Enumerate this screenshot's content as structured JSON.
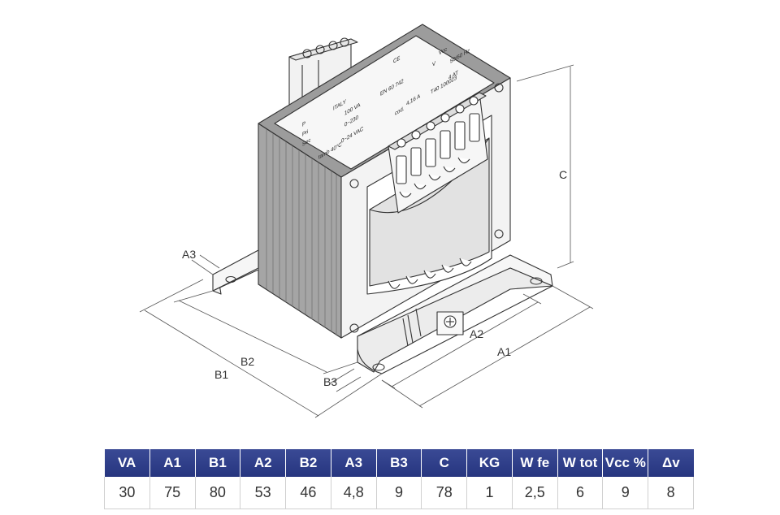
{
  "drawing": {
    "dimension_labels": {
      "c": "C",
      "a3": "A3",
      "b2": "B2",
      "b1": "B1",
      "b3": "B3",
      "a2": "A2",
      "a1": "A1"
    },
    "nameplate": {
      "brand": "ITALY",
      "ce_mark": "CE",
      "vcc_header": "Vcc",
      "p_label": "P",
      "pri_label": "Pri",
      "sec_label": "Sec",
      "power": "100 VA",
      "standard": "EN 60 742",
      "v_label": "V",
      "freq": "50/60 Hz",
      "pri_voltage": "0~230",
      "sec_voltage": "0~24 VAC",
      "sec_current": "4,16 A",
      "fuse": "4 AT",
      "bottom_left": "tamb 40°C",
      "bottom_mid": "cod.",
      "bottom_right": "T40 100023"
    },
    "colors": {
      "stroke": "#333333",
      "lamination": "#9a9a9a",
      "body": "#f4f4f4",
      "plate": "#f7f7f7"
    }
  },
  "table": {
    "headers": [
      "VA",
      "A1",
      "B1",
      "A2",
      "B2",
      "A3",
      "B3",
      "C",
      "KG",
      "W fe",
      "W tot",
      "Vcc %",
      "Δv"
    ],
    "rows": [
      [
        "30",
        "75",
        "80",
        "53",
        "46",
        "4,8",
        "9",
        "78",
        "1",
        "2,5",
        "6",
        "9",
        "8"
      ]
    ],
    "header_color": "#2d3c87"
  }
}
